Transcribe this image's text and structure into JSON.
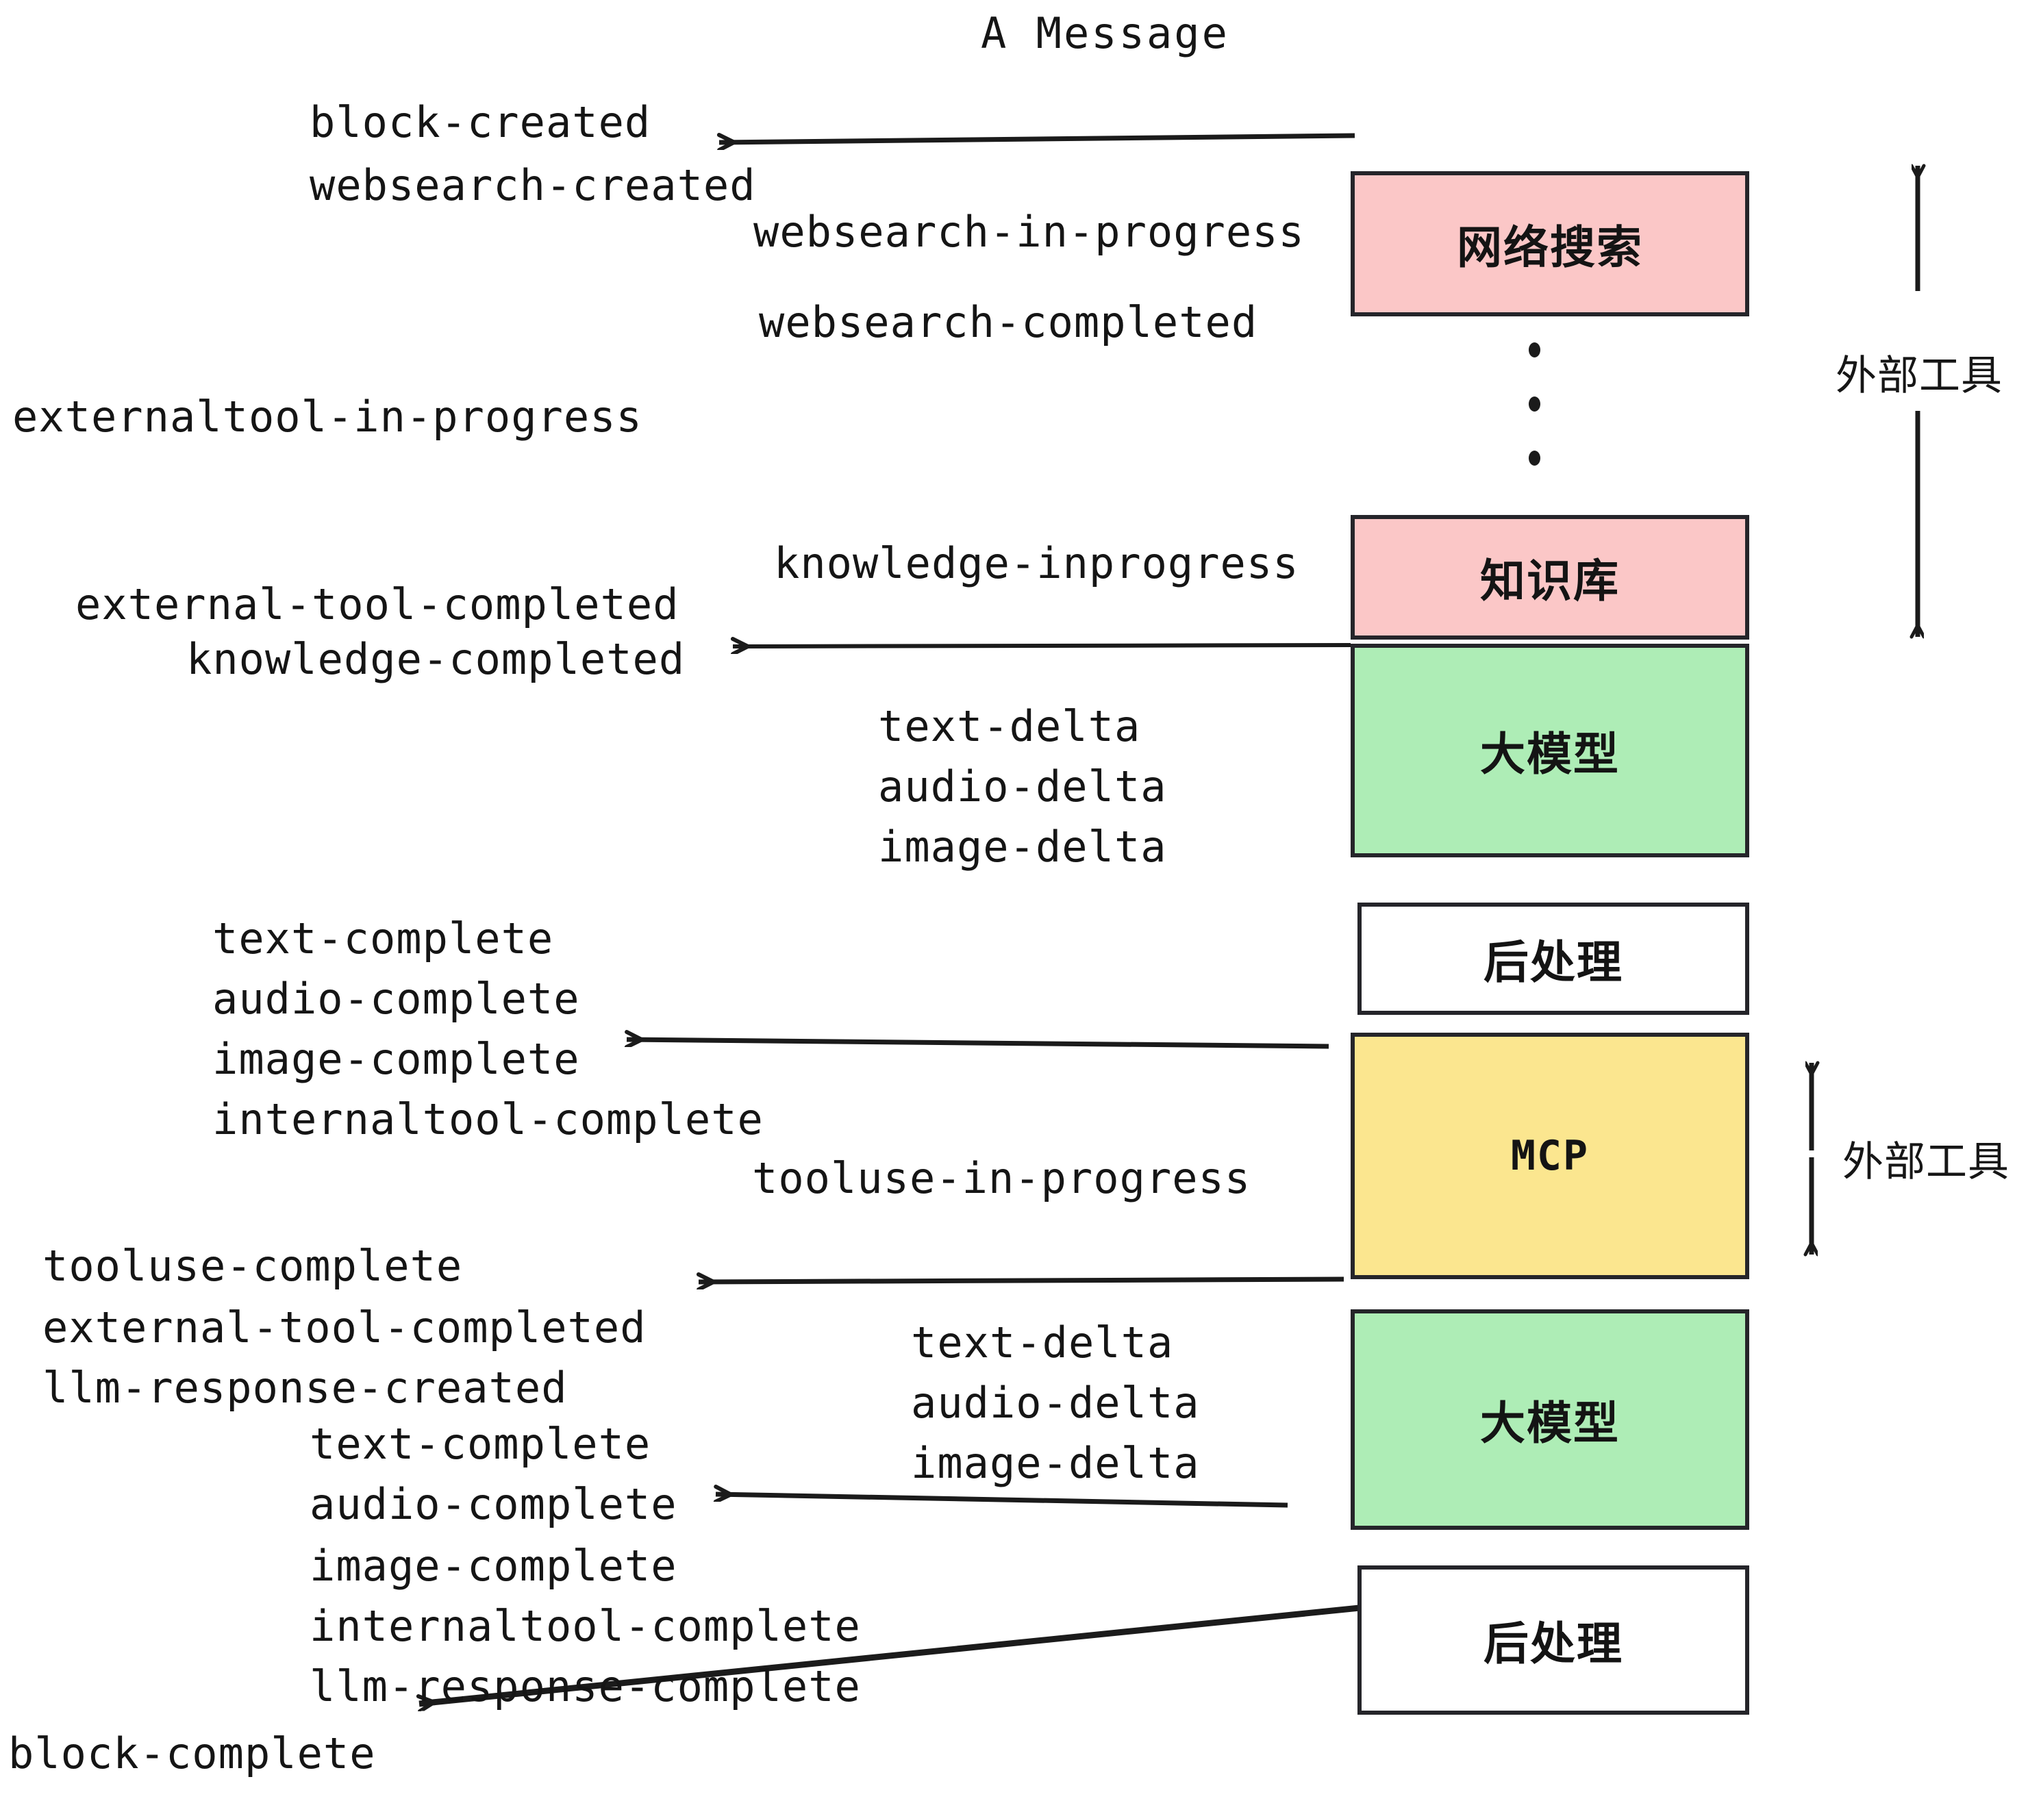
{
  "title": "A Message",
  "colors": {
    "pink": "#FBC7C7",
    "green": "#AEEDB6",
    "yellow": "#FBE68F",
    "white": "#FFFFFF",
    "stroke": "#25252A",
    "text": "#151515"
  },
  "boxes": [
    {
      "id": "websearch",
      "label": "网络搜索",
      "fill": "#FBC7C7"
    },
    {
      "id": "knowledge",
      "label": "知识库",
      "fill": "#FBC7C7"
    },
    {
      "id": "llm-upper",
      "label": "大模型",
      "fill": "#AEEDB6"
    },
    {
      "id": "postprocess-upper",
      "label": "后处理",
      "fill": "#FFFFFF"
    },
    {
      "id": "mcp",
      "label": "MCP",
      "fill": "#FBE68F"
    },
    {
      "id": "llm-lower",
      "label": "大模型",
      "fill": "#AEEDB6"
    },
    {
      "id": "postprocess-lower",
      "label": "后处理",
      "fill": "#FFFFFF"
    }
  ],
  "side_legends": [
    {
      "id": "external-tools-upper",
      "label": "外部工具"
    },
    {
      "id": "external-tools-lower",
      "label": "外部工具"
    }
  ],
  "events": [
    {
      "id": "block-created",
      "text": "block-created"
    },
    {
      "id": "websearch-created",
      "text": "websearch-created"
    },
    {
      "id": "websearch-in-progress",
      "text": "websearch-in-progress"
    },
    {
      "id": "websearch-completed",
      "text": "websearch-completed"
    },
    {
      "id": "externaltool-in-progress",
      "text": "externaltool-in-progress"
    },
    {
      "id": "knowledge-inprogress",
      "text": "knowledge-inprogress"
    },
    {
      "id": "external-tool-completed-1",
      "text": "external-tool-completed"
    },
    {
      "id": "knowledge-completed",
      "text": "knowledge-completed"
    },
    {
      "id": "text-delta-1",
      "text": "text-delta"
    },
    {
      "id": "audio-delta-1",
      "text": "audio-delta"
    },
    {
      "id": "image-delta-1",
      "text": "image-delta"
    },
    {
      "id": "text-complete-1",
      "text": "text-complete"
    },
    {
      "id": "audio-complete-1",
      "text": "audio-complete"
    },
    {
      "id": "image-complete-1",
      "text": "image-complete"
    },
    {
      "id": "internaltool-complete-1",
      "text": "internaltool-complete"
    },
    {
      "id": "tooluse-in-progress",
      "text": "tooluse-in-progress"
    },
    {
      "id": "tooluse-complete",
      "text": "tooluse-complete"
    },
    {
      "id": "external-tool-completed-2",
      "text": "external-tool-completed"
    },
    {
      "id": "llm-response-created",
      "text": "llm-response-created"
    },
    {
      "id": "text-complete-2",
      "text": "text-complete"
    },
    {
      "id": "text-delta-2",
      "text": "text-delta"
    },
    {
      "id": "audio-delta-2",
      "text": "audio-delta"
    },
    {
      "id": "image-delta-2",
      "text": "image-delta"
    },
    {
      "id": "audio-complete-2",
      "text": "audio-complete"
    },
    {
      "id": "image-complete-2",
      "text": "image-complete"
    },
    {
      "id": "internaltool-complete-2",
      "text": "internaltool-complete"
    },
    {
      "id": "llm-response-complete",
      "text": "llm-response-complete"
    },
    {
      "id": "block-complete",
      "text": "block-complete"
    }
  ]
}
